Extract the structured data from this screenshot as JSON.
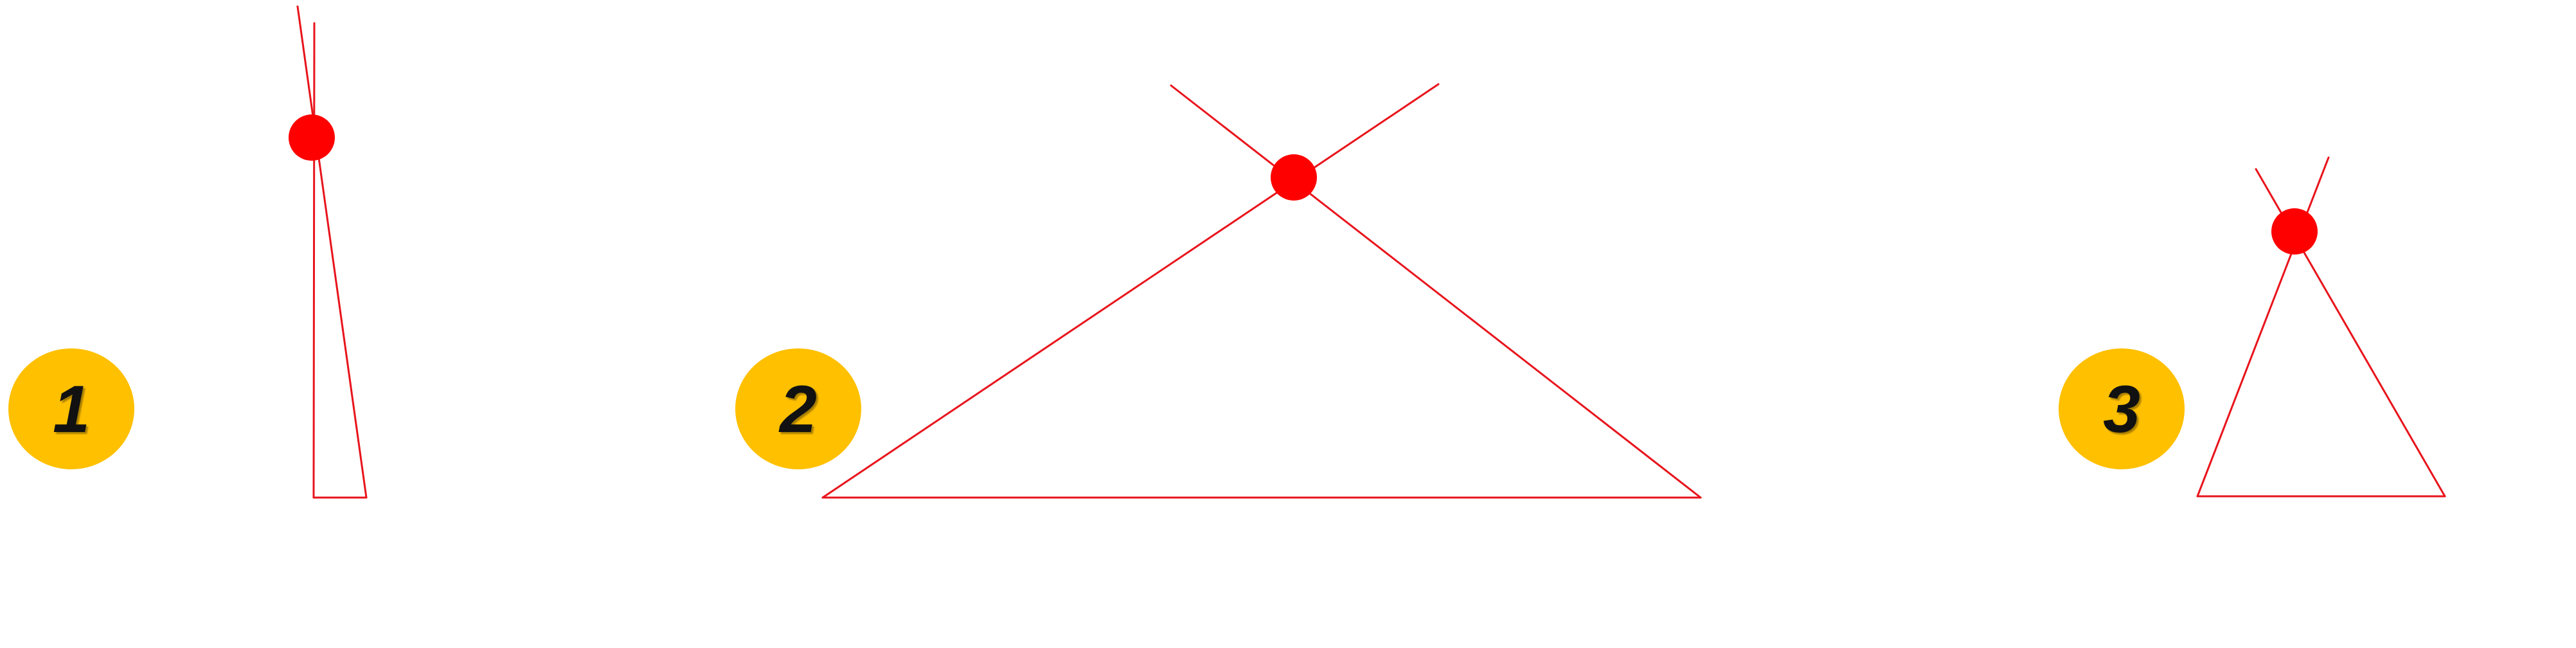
{
  "colors": {
    "background": "#ffffff",
    "line": "#e8141c",
    "apex_point": "#ff0000",
    "badge_fill": "#ffc000",
    "badge_text": "#111111"
  },
  "badges": [
    {
      "label": "1",
      "shape": "yellow-oval"
    },
    {
      "label": "2",
      "shape": "yellow-oval"
    },
    {
      "label": "3",
      "shape": "yellow-oval"
    }
  ],
  "figures": [
    {
      "name": "figure-1",
      "description_shape": "very-narrow-triangle"
    },
    {
      "name": "figure-2",
      "description_shape": "wide-obtuse-triangle"
    },
    {
      "name": "figure-3",
      "description_shape": "small-triangle"
    }
  ]
}
